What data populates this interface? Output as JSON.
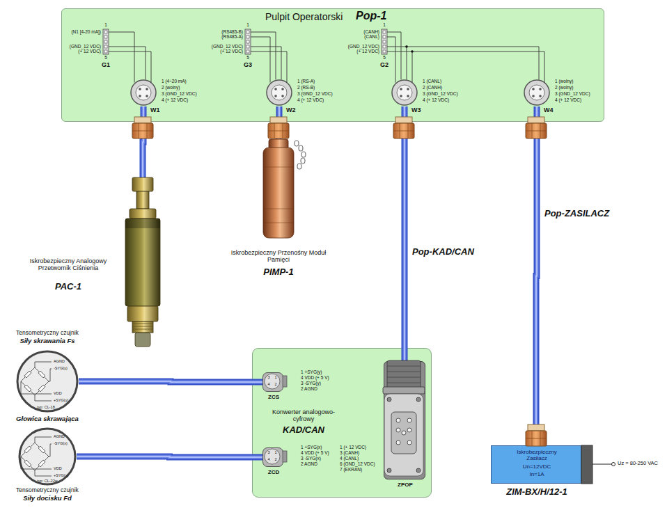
{
  "diagram": {
    "nodes": [
      {
        "text": [
          "Pulpit Operatorski",
          "Pop-1"
        ]
      },
      {
        "text": [
          "W1"
        ],
        "in": 0
      },
      {
        "text": [
          "W2"
        ],
        "in": 0
      },
      {
        "text": [
          "W3"
        ],
        "in": 0
      },
      {
        "text": [
          "W4"
        ],
        "in": 0
      },
      {
        "text": [
          "Iskrobezpieczny Analogowy Przetwornik Ciśnienia",
          "PAC-1"
        ]
      },
      {
        "text": [
          "Iskrobezpieczny Przenośny Moduł Pamięci",
          "PIMP-1"
        ]
      },
      {
        "text": [
          "Iskrobezpieczny Zasilacz",
          "Un=12VDC",
          "In=1A",
          "ZIM-BX/H/12-1"
        ]
      },
      {
        "text": [
          "Tensometryczny czujnik",
          "Siły skrawania Fs",
          "typ: CL-18"
        ]
      },
      {
        "text": [
          "Konwerter analogowo-cyfrowy",
          "KAD/CAN"
        ]
      },
      {
        "text": [
          "ZCS"
        ],
        "in": 9
      },
      {
        "text": [
          "ZCD"
        ],
        "in": 9
      },
      {
        "text": [
          "ZPOP"
        ],
        "in": 9
      },
      {
        "text": [
          "typ: CL-22w",
          "Tensometryczny czujnik",
          "Siły docisku Fd"
        ]
      }
    ],
    "edges": [
      {
        "from": 1,
        "to": 5,
        "arrow": "none"
      },
      {
        "from": 2,
        "to": 6,
        "arrow": "none"
      },
      {
        "from": 3,
        "to": 12,
        "label": "Pop-KAD/CAN",
        "arrow": "none"
      },
      {
        "from": 4,
        "to": 7,
        "label": "Pop-ZASILACZ",
        "arrow": "none"
      },
      {
        "from": 8,
        "to": 10,
        "arrow": "none"
      },
      {
        "from": 13,
        "to": 11,
        "arrow": "none"
      }
    ],
    "labels": [
      "(N1 [4-20 mA])",
      "(GND_12 VDC)",
      "(+ 12 VDC)",
      "1",
      "5",
      "G1",
      "1 (4÷20 mA)",
      "2 (wolny)",
      "3 (GND_12 VDC)",
      "4 (+ 12 VDC)",
      "(RS485-B)",
      "(RS485-A)",
      "(GND_12 VDC)",
      "(+ 12 VDC)",
      "1",
      "5",
      "G3",
      "1 (RS-A)",
      "2 (RS-B)",
      "3 (GND_12 VDC)",
      "4 (+ 12 VDC)",
      "(CANH)",
      "(CANL)",
      "(GND_12 VDC)",
      "(+ 12 VDC)",
      "1",
      "5",
      "G2",
      "1 (CANL)",
      "2 (CANH)",
      "3 (GND_12 VDC)",
      "4 (+ 12 VDC)",
      "1 (wolny)",
      "2 (wolny)",
      "3 (GND_12 VDC)",
      "4 (+ 12 VDC)",
      "Uz = 80-250 VAC",
      "AGND",
      "-SYG(y)",
      "VDD",
      "+SYG(y)",
      "Głowica skrawająca",
      "AGND",
      "-SYG(x)",
      "VDD",
      "+SYG(x)",
      "3",
      "1",
      "4",
      "2",
      "1 +SYG(y)",
      "4 VDD (+ 5 V)",
      "3 -SYG(y)",
      "2 AGND",
      "3",
      "1",
      "4",
      "2",
      "1 +SYG(x)",
      "4 VDD (+ 5 V)",
      "3 -SYG(x)",
      "2 AGND",
      "1 (+ 12 VDC)",
      "3 (CANH)",
      "4 (CANL)",
      "6 (GND_12 VDC)",
      "7 (EKRAN)"
    ]
  }
}
